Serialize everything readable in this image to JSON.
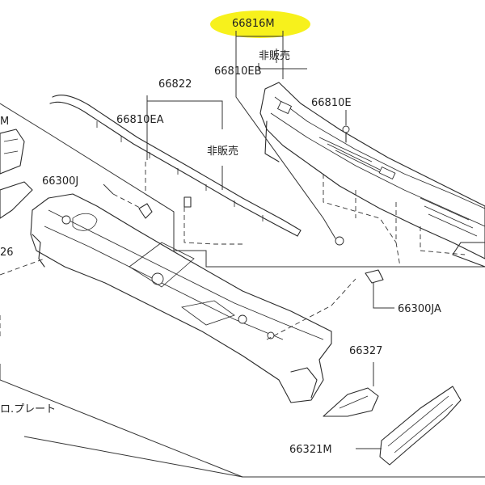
{
  "highlight_color": "#f7f11c",
  "labels": {
    "p66816M": "66816M",
    "p66810EB": "66810EB",
    "p66822": "66822",
    "p66810EA": "66810EA",
    "p66810E": "66810E",
    "p66300J": "66300J",
    "p66300JA": "66300JA",
    "p66327": "66327",
    "p66321M": "66321M",
    "not_for_sale_1": "非販売",
    "not_for_sale_2": "非販売",
    "plate_note": "ロ.プレート",
    "cut_left_top": "M",
    "cut_left_mid": "26"
  }
}
